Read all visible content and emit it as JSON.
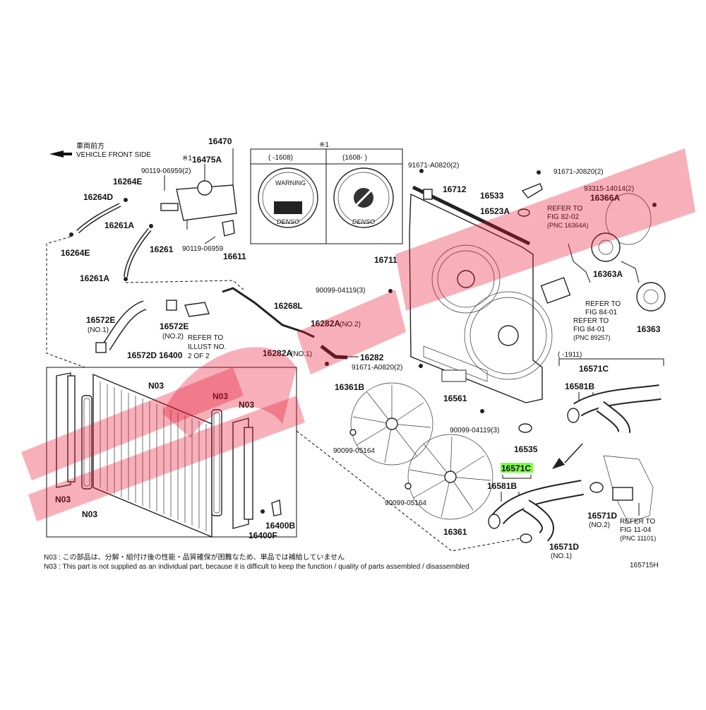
{
  "header": {
    "direction_jp": "車両前方",
    "direction_en": "VEHICLE FRONT SIDE"
  },
  "inset": {
    "ref_mark": "※1",
    "col_left": "(    -1608)",
    "col_right": "(1608-     )",
    "cap_text_1": "WARNING",
    "cap_brand": "DENSO"
  },
  "parts": {
    "p16470": "16470",
    "p16475A": "16475A",
    "p16475A_mark": "※1",
    "p90119_06959_2": "90119-06959(2)",
    "p16264E_top": "16264E",
    "p16264D": "16264D",
    "p16261A_top": "16261A",
    "p16264E_bot": "16264E",
    "p16261": "16261",
    "p90119_06959": "90119-06959",
    "p16611": "16611",
    "p16261A_bot": "16261A",
    "p16268L": "16268L",
    "p16572E_left": "16572E",
    "p16572E_left_sub": "(NO.1)",
    "p16572E_mid": "16572E",
    "p16572E_mid_sub": "(NO.2)",
    "refer_illust_1": "REFER TO",
    "refer_illust_2": "ILLUST NO.",
    "refer_illust_3": "2 OF 2",
    "p16572D": "16572D",
    "p16400": "16400",
    "p16282A_no2": "16282A",
    "p16282A_no2_sub": "(NO.2)",
    "p16282A_no1": "16282A",
    "p16282A_no1_sub": "(NO.1)",
    "p16282": "16282",
    "p91671_A0820_2_top": "91671-A0820(2)",
    "p91671_J0820_2": "91671-J0820(2)",
    "p16712": "16712",
    "p16533": "16533",
    "p16523A": "16523A",
    "p93315_14014_2": "93315-14014(2)",
    "p16366A": "16366A",
    "refer_82_1": "REFER TO",
    "refer_82_2": "FIG 82-02",
    "refer_82_3": "(PNC 16364A)",
    "p16711": "16711",
    "p16363A": "16363A",
    "p90099_04119_3_top": "90099-04119(3)",
    "refer_84a_1": "REFER TO",
    "refer_84a_2": "FIG 84-01",
    "refer_84b_1": "REFER TO",
    "refer_84b_2": "FIG 84-01",
    "refer_84b_3": "(PNC 89257)",
    "p16363": "16363",
    "p91671_A0820_2_bot": "91671-A0820(2)",
    "range_1911": "(     -1911)",
    "p16571C_top": "16571C",
    "p16581B_top": "16581B",
    "p16361B": "16361B",
    "p16561": "16561",
    "p90099_04119_3_bot": "90099-04119(3)",
    "p90099_05164_left": "90099-05164",
    "p16535": "16535",
    "p16571C_hl": "16571C",
    "p16581B_bot": "16581B",
    "p90099_05164_mid": "90099-05164",
    "p16571D_no2": "16571D",
    "p16571D_no2_sub": "(NO.2)",
    "refer_11_1": "REFER TO",
    "refer_11_2": "FIG 11-04",
    "refer_11_3": "(PNC 11101)",
    "p16361": "16361",
    "p16571D_no1": "16571D",
    "p16571D_no1_sub": "(NO.1)",
    "n03_a": "N03",
    "n03_b": "N03",
    "n03_c": "N03",
    "n03_d": "N03",
    "n03_e": "N03",
    "p16400B": "16400B",
    "p16400F": "16400F"
  },
  "footer": {
    "note_jp": "N03 : この部品は、分解・組付け後の性能・品質確保が困難なため、単品では補給していません",
    "note_en": "N03 : This part is not supplied as an individual part, because it is difficult to keep the function / quality of parts  assembled / disassembled",
    "fig_code": "165715H"
  },
  "colors": {
    "highlight": "#7CFC4A",
    "watermark": "#e8102b",
    "line": "#111111"
  }
}
